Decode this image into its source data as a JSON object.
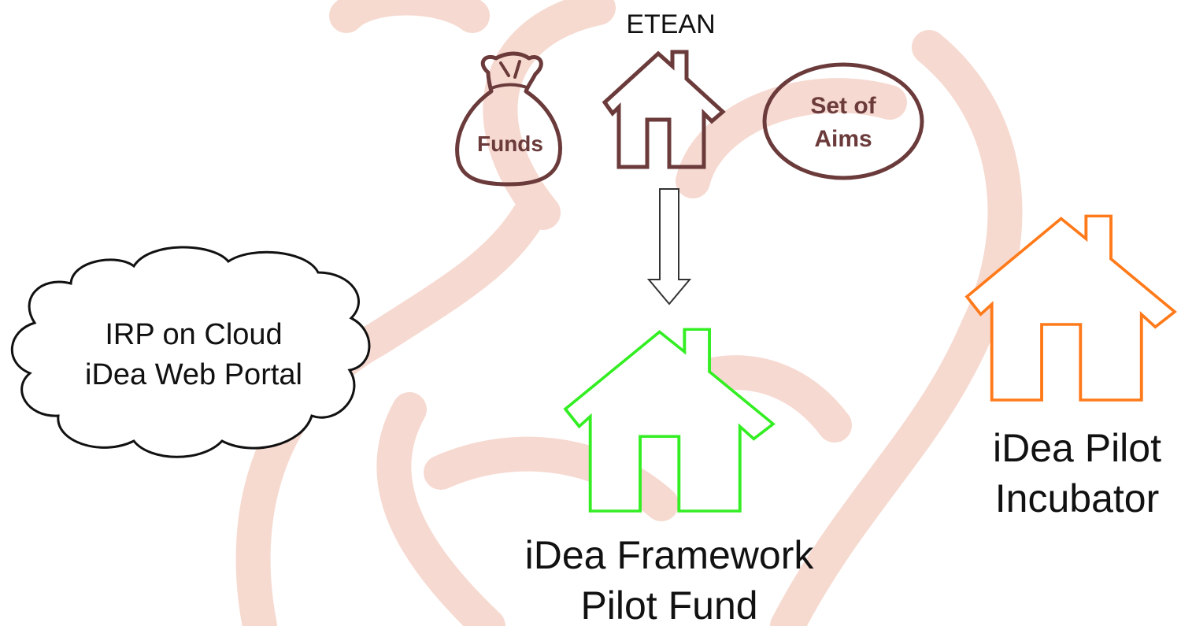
{
  "diagram": {
    "top_title": "ETEAN",
    "funds_label": "Funds",
    "aims_label_line1": "Set of",
    "aims_label_line2": "Aims",
    "cloud_line1": "IRP on Cloud",
    "cloud_line2": "iDea Web Portal",
    "framework_line1": "iDea Framework",
    "framework_line2": "Pilot Fund",
    "incubator_line1": "iDea Pilot",
    "incubator_line2": "Incubator"
  },
  "colors": {
    "background": "#ffffff",
    "watermark": "#f5d3c8",
    "etean_house": "#6b3a3a",
    "framework_house": "#33ee22",
    "incubator_house": "#ff7a1a",
    "text_dark": "#111111",
    "text_brown": "#6b3a3a"
  },
  "icons": {
    "watermark": "lightbulb-watermark-icon",
    "funds": "money-bag-icon",
    "etean": "house-icon",
    "aims": "ellipse-icon",
    "arrow": "down-arrow-icon",
    "cloud": "cloud-icon"
  }
}
